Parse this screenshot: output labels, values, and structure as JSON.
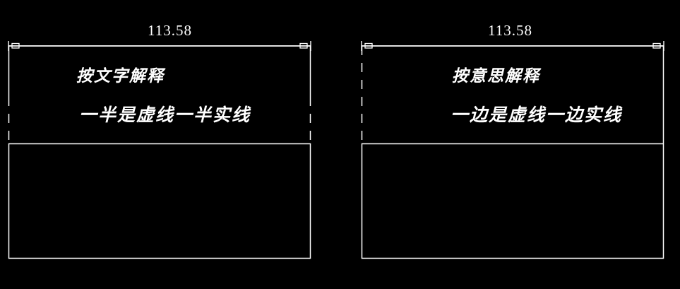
{
  "background_color": "#000000",
  "line_color": "#ffffff",
  "panels": [
    {
      "id": "left",
      "dimension_value": "113.58",
      "note_line_1": "按文字解释",
      "note_line_2": "一半是虚线一半实线",
      "left_edge_style": "solid-top-dashed-bottom",
      "right_edge_style": "solid-top-dashed-bottom"
    },
    {
      "id": "right",
      "dimension_value": "113.58",
      "note_line_1": "按意思解释",
      "note_line_2": "一边是虚线一边实线",
      "left_edge_style": "dashed",
      "right_edge_style": "solid"
    }
  ]
}
